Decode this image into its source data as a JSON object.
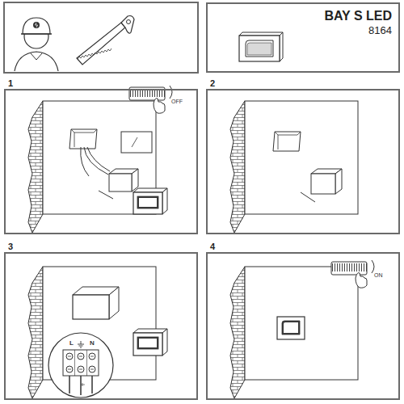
{
  "diagram": {
    "nodes": [
      {
        "text": [
          "BAY S LED",
          "8164"
        ]
      },
      {
        "text": [
          "1"
        ]
      },
      {
        "text": [
          "2"
        ]
      },
      {
        "text": [
          "3"
        ]
      },
      {
        "text": [
          "4"
        ]
      }
    ],
    "labels": [
      "OFF",
      "ON",
      "L",
      "N"
    ]
  }
}
